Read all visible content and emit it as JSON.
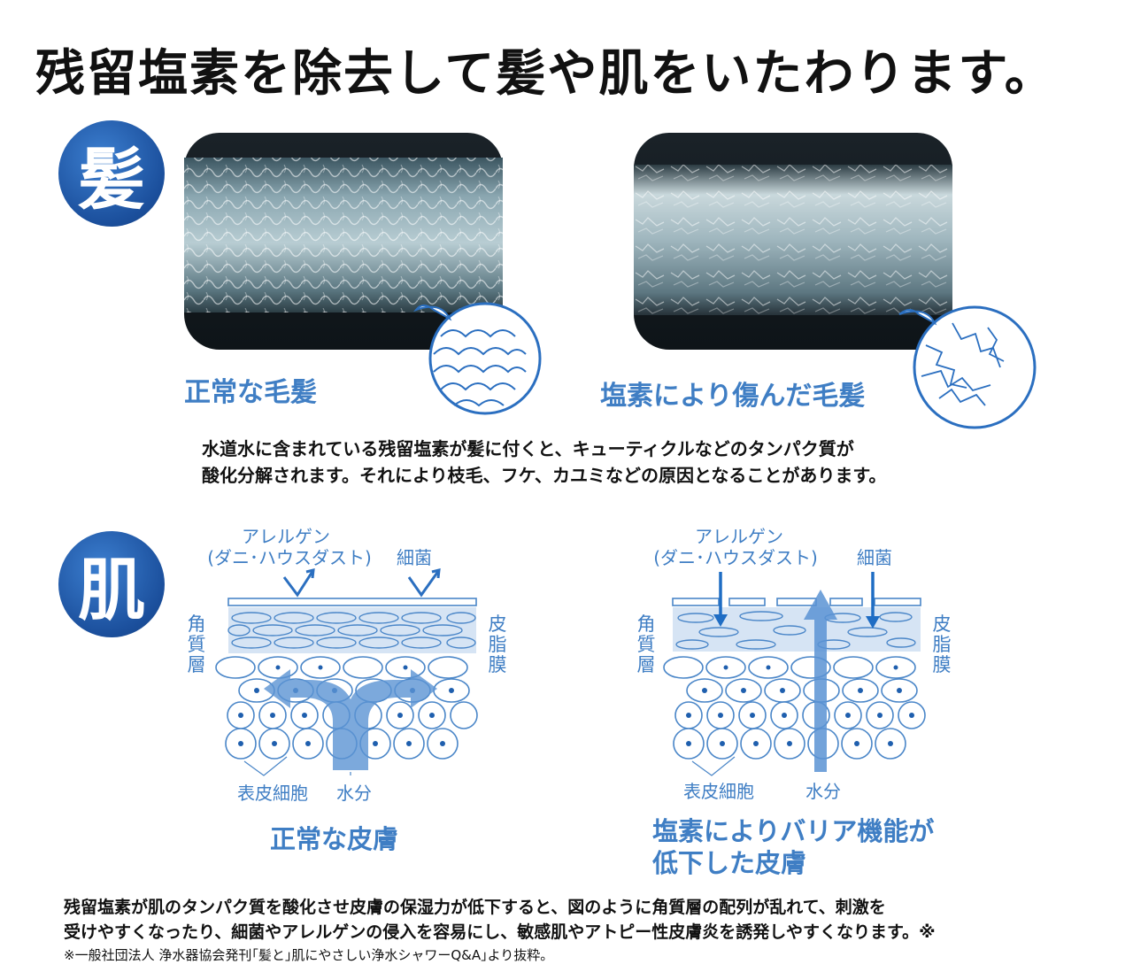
{
  "headline": "残留塩素を除去して髪や肌をいたわります。",
  "hair": {
    "badge": "髪",
    "normal_label": "正常な毛髪",
    "damaged_label": "塩素により傷んだ毛髪",
    "description_line1": "水道水に含まれている残留塩素が髪に付くと、キューティクルなどのタンパク質が",
    "description_line2": "酸化分解されます。それにより枝毛、フケ、カユミなどの原因となることがあります。"
  },
  "skin": {
    "badge": "肌",
    "allergen_line1": "アレルゲン",
    "allergen_line2": "(ダニ･ハウスダスト)",
    "bacteria": "細菌",
    "stratum_corneum": [
      "角",
      "質",
      "層"
    ],
    "sebum_film": [
      "皮",
      "脂",
      "膜"
    ],
    "epidermal_cells": "表皮細胞",
    "moisture": "水分",
    "normal_title": "正常な皮膚",
    "damaged_title_line1": "塩素によりバリア機能が",
    "damaged_title_line2": "低下した皮膚",
    "description_line1": "残留塩素が肌のタンパク質を酸化させ皮膚の保湿力が低下すると、図のように角質層の配列が乱れて、刺激を",
    "description_line2": "受けやすくなったり、細菌やアレルゲンの侵入を容易にし、敏感肌やアトピー性皮膚炎を誘発しやすくなります。※",
    "footnote": "※一般社団法人 浄水器協会発刊｢髪と｣肌にやさしい浄水シャワーQ&A｣より抜粋。"
  },
  "colors": {
    "accent_blue": "#3f7ec4",
    "badge_blue": "#1b4f9c",
    "cell_blue": "#4a86c8",
    "arrow_blue": "#5b93d3"
  }
}
